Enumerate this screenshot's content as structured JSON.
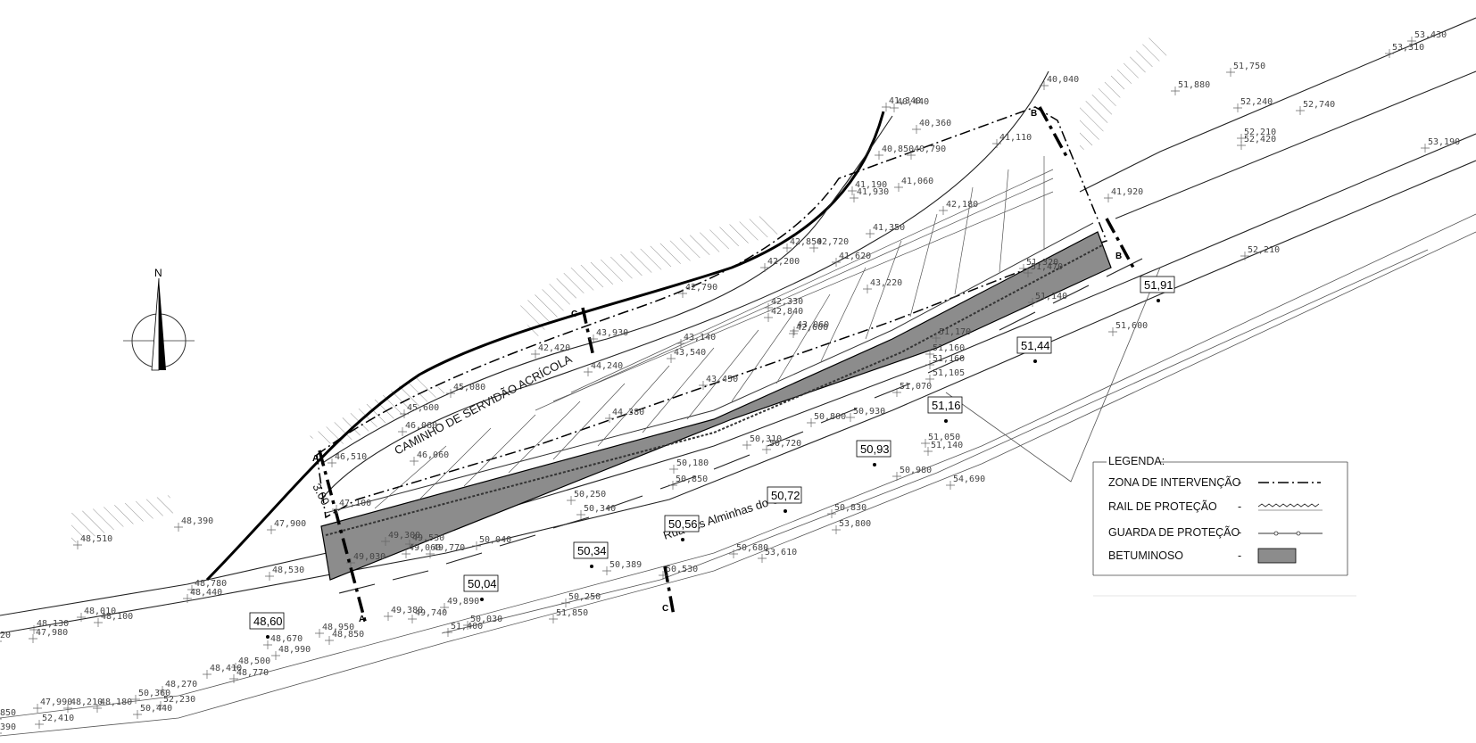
{
  "compass": {
    "label": "N"
  },
  "street_labels": {
    "servidao": "CAMINHO DE SERVIDÃO ACRÍCOLA",
    "rua": "Rua das Alminhas do Cabo",
    "width": "3.00"
  },
  "section_markers": {
    "a": "A",
    "b": "B",
    "c": "C"
  },
  "boxed_elevations": [
    "48,60",
    "50,04",
    "50,34",
    "50,56",
    "50,72",
    "50,93",
    "51,16",
    "51,44",
    "51,91"
  ],
  "spot_elevations": [
    "53,430",
    "53,310",
    "51,750",
    "51,880",
    "52,240",
    "52,740",
    "52,210",
    "53,190",
    "52,420",
    "40,040",
    "41,340",
    "40,440",
    "40,360",
    "41,110",
    "40,850",
    "40,790",
    "41,190",
    "41,060",
    "41,930",
    "41,920",
    "42,180",
    "41,350",
    "42,850",
    "42,720",
    "41,620",
    "42,200",
    "42,790",
    "52,210",
    "51,320",
    "51,470",
    "42,330",
    "42,840",
    "43,220",
    "51,140",
    "42,600",
    "43,930",
    "43,140",
    "43,540",
    "43,060",
    "51,170",
    "42,420",
    "44,240",
    "43,450",
    "51,160",
    "51,160",
    "51,600",
    "45,080",
    "51,105",
    "51,070",
    "45,600",
    "46,060",
    "44,380",
    "50,930",
    "50,800",
    "46,510",
    "46,060",
    "50,310",
    "50,720",
    "51,050",
    "51,140",
    "47,100",
    "50,180",
    "50,850",
    "50,980",
    "48,510",
    "48,390",
    "50,250",
    "50,340",
    "54,690",
    "47,900",
    "49,030",
    "50,830",
    "53,800",
    "49,300",
    "49,530",
    "49,060",
    "49,770",
    "50,040",
    "50,680",
    "53,610",
    "48,530",
    "50,389",
    "50,530",
    "48,780",
    "48,440",
    "50,250",
    "51,850",
    "49,890",
    "48,010",
    "48,100",
    "49,380",
    "49,740",
    "50,030",
    "51,400",
    "48,130",
    "47,980",
    "48,670",
    "48,990",
    "48,950",
    "48,850",
    "48,500",
    "48,410",
    "48,770",
    "48,270",
    "50,360",
    "52,230",
    "47,990",
    "48,210",
    "48,180",
    "50,440",
    "52,410",
    "850",
    "390",
    "20"
  ],
  "legend": {
    "title": "LEGENDA:",
    "items": [
      {
        "label": "ZONA DE INTERVENÇÃO",
        "dash": "-"
      },
      {
        "label": "RAIL  DE PROTEÇÃO",
        "dash": "-"
      },
      {
        "label": "GUARDA  DE PROTEÇÃO",
        "dash": "-"
      },
      {
        "label": "BETUMINOSO",
        "dash": "-"
      }
    ],
    "fill_color": "#8c8c8c"
  }
}
